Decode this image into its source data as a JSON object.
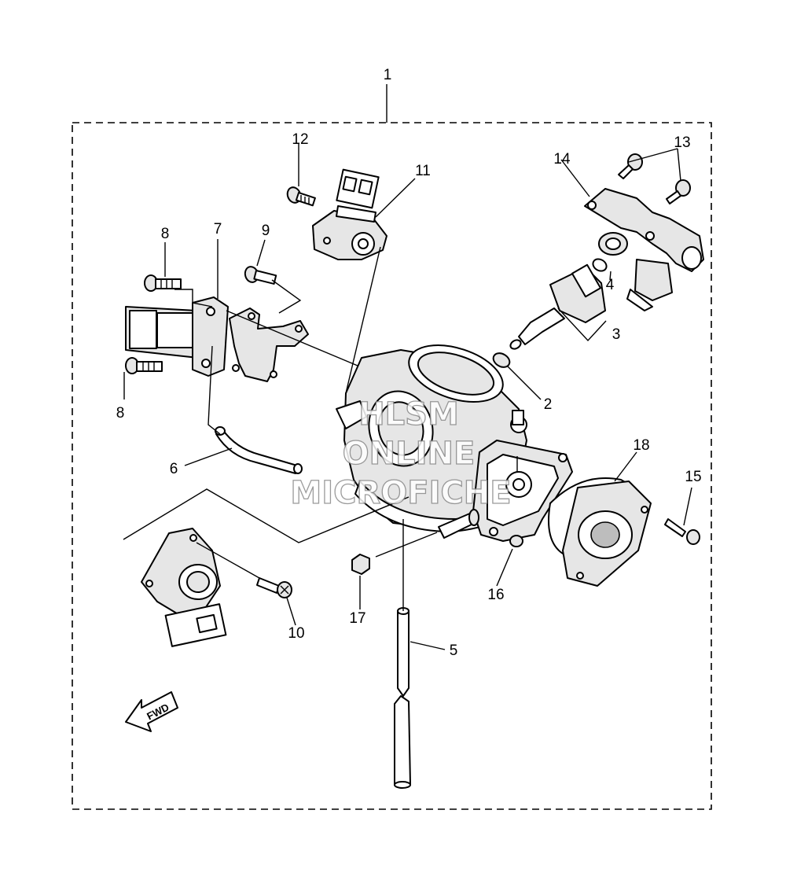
{
  "diagram": {
    "callouts": [
      "1",
      "2",
      "3",
      "4",
      "5",
      "6",
      "7",
      "8",
      "8",
      "9",
      "10",
      "11",
      "12",
      "13",
      "14",
      "15",
      "16",
      "17",
      "18"
    ],
    "watermark": [
      "HLSM",
      "ONLINE",
      "MICROFICHE"
    ],
    "direction_label": "FWD"
  }
}
